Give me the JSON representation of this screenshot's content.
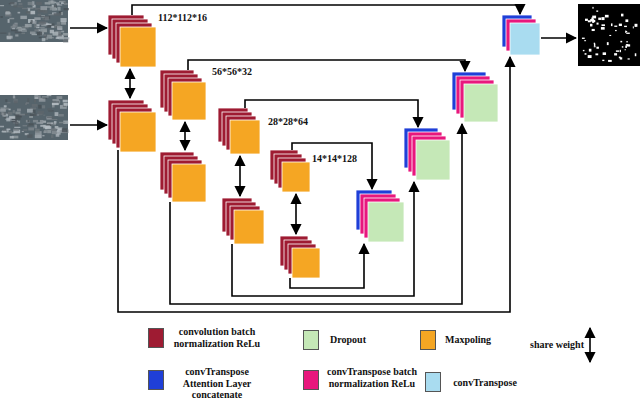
{
  "diagram": {
    "labels": [
      "112*112*16",
      "56*56*32",
      "28*28*64",
      "14*14*128"
    ],
    "legend": [
      {
        "text": "convolution batch normalization ReLu",
        "color": "#9e1b32"
      },
      {
        "text": "Dropout",
        "color": "#c5e8b7"
      },
      {
        "text": "Maxpoling",
        "color": "#f5a623"
      },
      {
        "text": "share weight"
      },
      {
        "text": "convTranspose Attention Layer concatenate",
        "color": "#1f3fd8"
      },
      {
        "text": "convTranspose batch normalization ReLu",
        "color": "#e8177d"
      },
      {
        "text": "convTranspose",
        "color": "#a9dcf0"
      }
    ]
  }
}
